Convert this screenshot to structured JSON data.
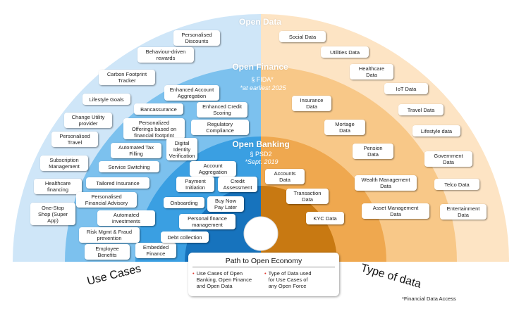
{
  "colors": {
    "blue_outer": "#cfe6f8",
    "blue_mid": "#7cc1ee",
    "blue_inner": "#3a9fe2",
    "blue_core": "#1773bd",
    "orange_outer": "#fde4c4",
    "orange_mid": "#f8c888",
    "orange_inner": "#efa84f",
    "orange_core": "#c87912",
    "legend_bullet": "#e0342b"
  },
  "rings": {
    "open_data": {
      "title": "Open Data"
    },
    "open_finance": {
      "title": "Open Finance",
      "regulation": "§ FIDA*",
      "note": "*at earliest 2025"
    },
    "open_banking": {
      "title": "Open Banking",
      "regulation": "§ PSD2",
      "note": "*Sept. 2019"
    }
  },
  "side_labels": {
    "left": "Use Cases",
    "right": "Type of data"
  },
  "use_cases": [
    {
      "id": "personalised-discounts",
      "label": "Personalised\nDiscounts"
    },
    {
      "id": "behaviour-rewards",
      "label": "Behaviour-driven\nrewards"
    },
    {
      "id": "carbon-tracker",
      "label": "Carbon Footprint\nTracker"
    },
    {
      "id": "lifestyle-goals",
      "label": "Lifestyle Goals"
    },
    {
      "id": "change-utility",
      "label": "Change Utility\nprovider"
    },
    {
      "id": "personalised-travel",
      "label": "Personalised\nTravel"
    },
    {
      "id": "subscription-mgmt",
      "label": "Subscription\nManagement"
    },
    {
      "id": "healthcare-financing",
      "label": "Healthcare\nfinancing"
    },
    {
      "id": "one-stop-shop",
      "label": "One-Stop\nShop (Super\nApp)"
    },
    {
      "id": "enhanced-aggregation",
      "label": "Enhanced Account\nAggregation"
    },
    {
      "id": "bancassurance",
      "label": "Bancassurance"
    },
    {
      "id": "enhanced-credit",
      "label": "Enhanced Credit\nScoring"
    },
    {
      "id": "personalized-offerings",
      "label": "Personalized\nOfferings based on\nfinancial footprint"
    },
    {
      "id": "regulatory-compliance",
      "label": "Regulatory\nCompliance"
    },
    {
      "id": "automated-tax",
      "label": "Automated Tax\nFilling"
    },
    {
      "id": "digital-identity",
      "label": "Digital\nIdentity\nVerification"
    },
    {
      "id": "service-switching",
      "label": "Service Switching"
    },
    {
      "id": "tailored-insurance",
      "label": "Tailored Insurance"
    },
    {
      "id": "personalised-advisory",
      "label": "Personalised\nFinancial Advisory"
    },
    {
      "id": "automated-investments",
      "label": "Automated\ninvestments"
    },
    {
      "id": "risk-mgmt",
      "label": "Risk Mgmt & Fraud\nprevention"
    },
    {
      "id": "employee-benefits",
      "label": "Employee\nBenefits"
    },
    {
      "id": "embedded-finance",
      "label": "Embedded\nFinance"
    },
    {
      "id": "account-aggregation",
      "label": "Account\nAggregation"
    },
    {
      "id": "payment-initiation",
      "label": "Payment\nInitiation"
    },
    {
      "id": "credit-assessment",
      "label": "Credit\nAssessment"
    },
    {
      "id": "onboarding",
      "label": "Onboarding"
    },
    {
      "id": "bnpl",
      "label": "Buy Now\nPay Later"
    },
    {
      "id": "pfm",
      "label": "Personal finance\nmanagement"
    },
    {
      "id": "debt-collection",
      "label": "Debt collection"
    }
  ],
  "data_types": [
    {
      "id": "social-data",
      "label": "Social Data"
    },
    {
      "id": "utilities-data",
      "label": "Utilities Data"
    },
    {
      "id": "healthcare-data",
      "label": "Healthcare\nData"
    },
    {
      "id": "iot-data",
      "label": "IoT Data"
    },
    {
      "id": "travel-data",
      "label": "Travel Data"
    },
    {
      "id": "lifestyle-data",
      "label": "Lifestyle data"
    },
    {
      "id": "government-data",
      "label": "Government\nData"
    },
    {
      "id": "telco-data",
      "label": "Telco Data"
    },
    {
      "id": "entertainment-data",
      "label": "Entertainment\nData"
    },
    {
      "id": "insurance-data",
      "label": "Insurance\nData"
    },
    {
      "id": "mortage-data",
      "label": "Mortage\nData"
    },
    {
      "id": "pension-data",
      "label": "Pension\nData"
    },
    {
      "id": "wealth-data",
      "label": "Wealth Management\nData"
    },
    {
      "id": "asset-data",
      "label": "Asset Management\nData"
    },
    {
      "id": "accounts-data",
      "label": "Accounts\nData"
    },
    {
      "id": "transaction-data",
      "label": "Transaction\nData"
    },
    {
      "id": "kyc-data",
      "label": "KYC Data"
    }
  ],
  "legend": {
    "title": "Path to Open Economy",
    "left_item": "Use Cases of Open\nBanking, Open Finance\nand Open Data",
    "right_item": "Type of Data used\nfor Use Cases of\nany Open Force",
    "bullet": "•"
  },
  "footnote": "*Financial Data Access"
}
